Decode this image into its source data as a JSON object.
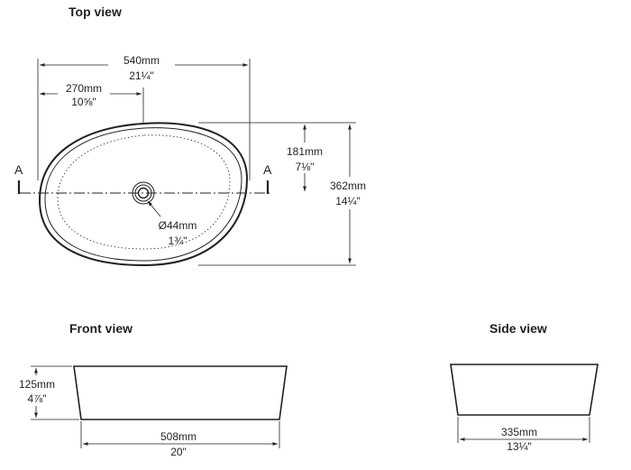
{
  "views": {
    "top": {
      "title": "Top view",
      "width_mm": "540mm",
      "width_in": "21¼\"",
      "half_width_mm": "270mm",
      "half_width_in": "10⅝\"",
      "half_depth_mm": "181mm",
      "half_depth_in": "7⅛\"",
      "depth_mm": "362mm",
      "depth_in": "14¼\"",
      "drain_mm": "Ø44mm",
      "drain_in": "1¾\"",
      "section_left": "A",
      "section_right": "A"
    },
    "front": {
      "title": "Front view",
      "height_mm": "125mm",
      "height_in": "4⅞\"",
      "base_mm": "508mm",
      "base_in": "20\""
    },
    "side": {
      "title": "Side view",
      "base_mm": "335mm",
      "base_in": "13¼\""
    }
  }
}
